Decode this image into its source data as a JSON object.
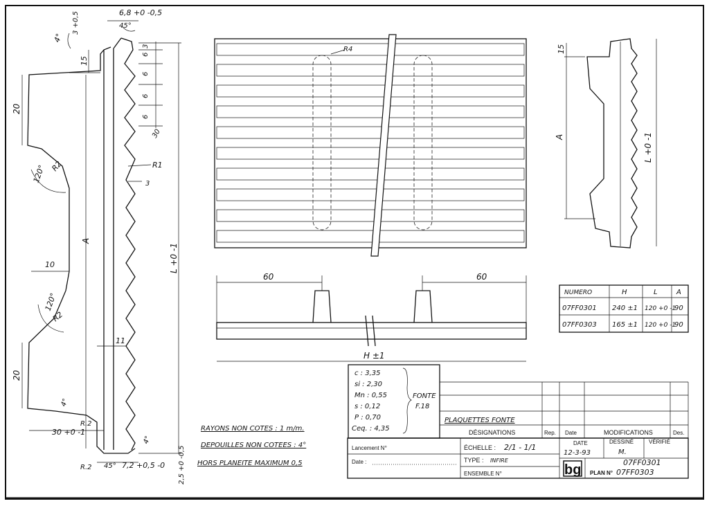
{
  "profile_dims": {
    "top_tol": "3 +0,5",
    "top_angle": "4°",
    "top_width": "6,8 +0 -0,5",
    "top_chamfer": "45°",
    "h15": "15",
    "h20a": "20",
    "h20b": "20",
    "angle120a": "120°",
    "angle120b": "120°",
    "r2a": "R2",
    "r2b": "R2",
    "r2c": "R.2",
    "r2d": "R.2",
    "w10": "10",
    "w11": "11",
    "w30": "30 +0 -1",
    "angle4b": "4°",
    "angle4c": "4°",
    "tooth3": "3",
    "tooth6a": "6",
    "tooth6b": "6",
    "tooth6c": "6",
    "tooth6d": "6",
    "tooth30": "30",
    "tooth_r1": "R1",
    "tooth_3": "3",
    "dim_a": "A",
    "dim_l": "L +0 -1",
    "bottom_45": "45°",
    "bottom_72": "7,2 +0,5 -0",
    "bottom_25": "2,5 +0 -0,5"
  },
  "plan_view": {
    "r4": "R4"
  },
  "side_view": {
    "w60a": "60",
    "w60b": "60",
    "dim_h": "H ±1"
  },
  "right_view": {
    "h15": "15",
    "dim_a": "A",
    "dim_l": "L +0 -1"
  },
  "variants_table": {
    "headers": [
      "NUMERO",
      "H",
      "L",
      "A"
    ],
    "rows": [
      [
        "07FF0301",
        "240 ±1",
        "120 +0 -1",
        "90"
      ],
      [
        "07FF0303",
        "165 ±1",
        "120 +0 -1",
        "90"
      ]
    ]
  },
  "notes": [
    "RAYONS NON COTES : 1 m/m.",
    "DEPOUILLES NON COTEES : 4°",
    "HORS PLANEITE MAXIMUM 0,5"
  ],
  "composition": {
    "lines": [
      "c : 3,35",
      "si : 2,30",
      "Mn : 0,55",
      "s : 0,12",
      "P : 0,70",
      "Ceq. : 4,35"
    ],
    "material": "FONTE",
    "grade": "F.18"
  },
  "title_block": {
    "designation_value": "PLAQUETTES FONTE",
    "designations_label": "DÉSIGNATIONS",
    "rep_label": "Rep.",
    "date_label": "Date",
    "modifications_label": "MODIFICATIONS",
    "des_label": "Des.",
    "lancement_label": "Lancement N°",
    "date_field_label": "Date :",
    "echelle_label": "ÉCHELLE :",
    "echelle_value": "2/1 - 1/1",
    "type_label": "TYPE :",
    "type_value": "INFIRE",
    "ensemble_label": "ENSEMBLE N°",
    "date_head": "DATE",
    "date_value": "12-3-93",
    "dessine_label": "DESSINÉ",
    "dessine_value": "M.",
    "verifie_label": "VÉRIFIÉ",
    "logo": "bg",
    "plan_label": "PLAN N°",
    "plan_value_1": "07FF0301",
    "plan_value_2": "07FF0303"
  }
}
